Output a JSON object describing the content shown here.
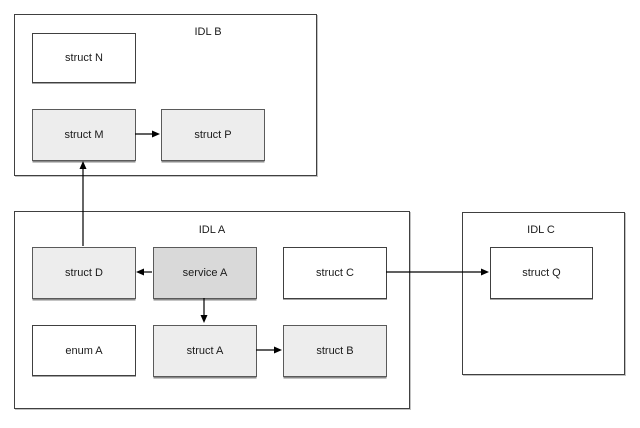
{
  "diagram": {
    "containers": [
      {
        "id": "idl-b",
        "label": "IDL B"
      },
      {
        "id": "idl-a",
        "label": "IDL A"
      },
      {
        "id": "idl-c",
        "label": "IDL C"
      }
    ],
    "nodes": {
      "struct_n": {
        "label": "struct N",
        "container": "IDL B",
        "variant": "plain"
      },
      "struct_m": {
        "label": "struct M",
        "container": "IDL B",
        "variant": "shaded"
      },
      "struct_p": {
        "label": "struct P",
        "container": "IDL B",
        "variant": "shaded"
      },
      "struct_d": {
        "label": "struct D",
        "container": "IDL A",
        "variant": "shaded"
      },
      "service_a": {
        "label": "service A",
        "container": "IDL A",
        "variant": "emphasis"
      },
      "struct_c": {
        "label": "struct C",
        "container": "IDL A",
        "variant": "plain"
      },
      "enum_a": {
        "label": "enum A",
        "container": "IDL A",
        "variant": "plain"
      },
      "struct_a": {
        "label": "struct A",
        "container": "IDL A",
        "variant": "shaded"
      },
      "struct_b": {
        "label": "struct B",
        "container": "IDL A",
        "variant": "shaded"
      },
      "struct_q": {
        "label": "struct Q",
        "container": "IDL C",
        "variant": "plain"
      }
    },
    "edges": [
      {
        "from": "struct M",
        "to": "struct P",
        "direction": "right"
      },
      {
        "from": "struct D",
        "to": "struct M",
        "direction": "up"
      },
      {
        "from": "service A",
        "to": "struct D",
        "direction": "left"
      },
      {
        "from": "service A",
        "to": "struct A",
        "direction": "down"
      },
      {
        "from": "struct A",
        "to": "struct B",
        "direction": "right"
      },
      {
        "from": "struct C",
        "to": "struct Q",
        "direction": "right"
      }
    ],
    "colors": {
      "background": "#ffffff",
      "container_border": "#404040",
      "plain_fill": "#ffffff",
      "shaded_fill": "#ededed",
      "emphasis_fill": "#d9d9d9",
      "arrow": "#000000",
      "text": "#1a1a1a"
    }
  }
}
